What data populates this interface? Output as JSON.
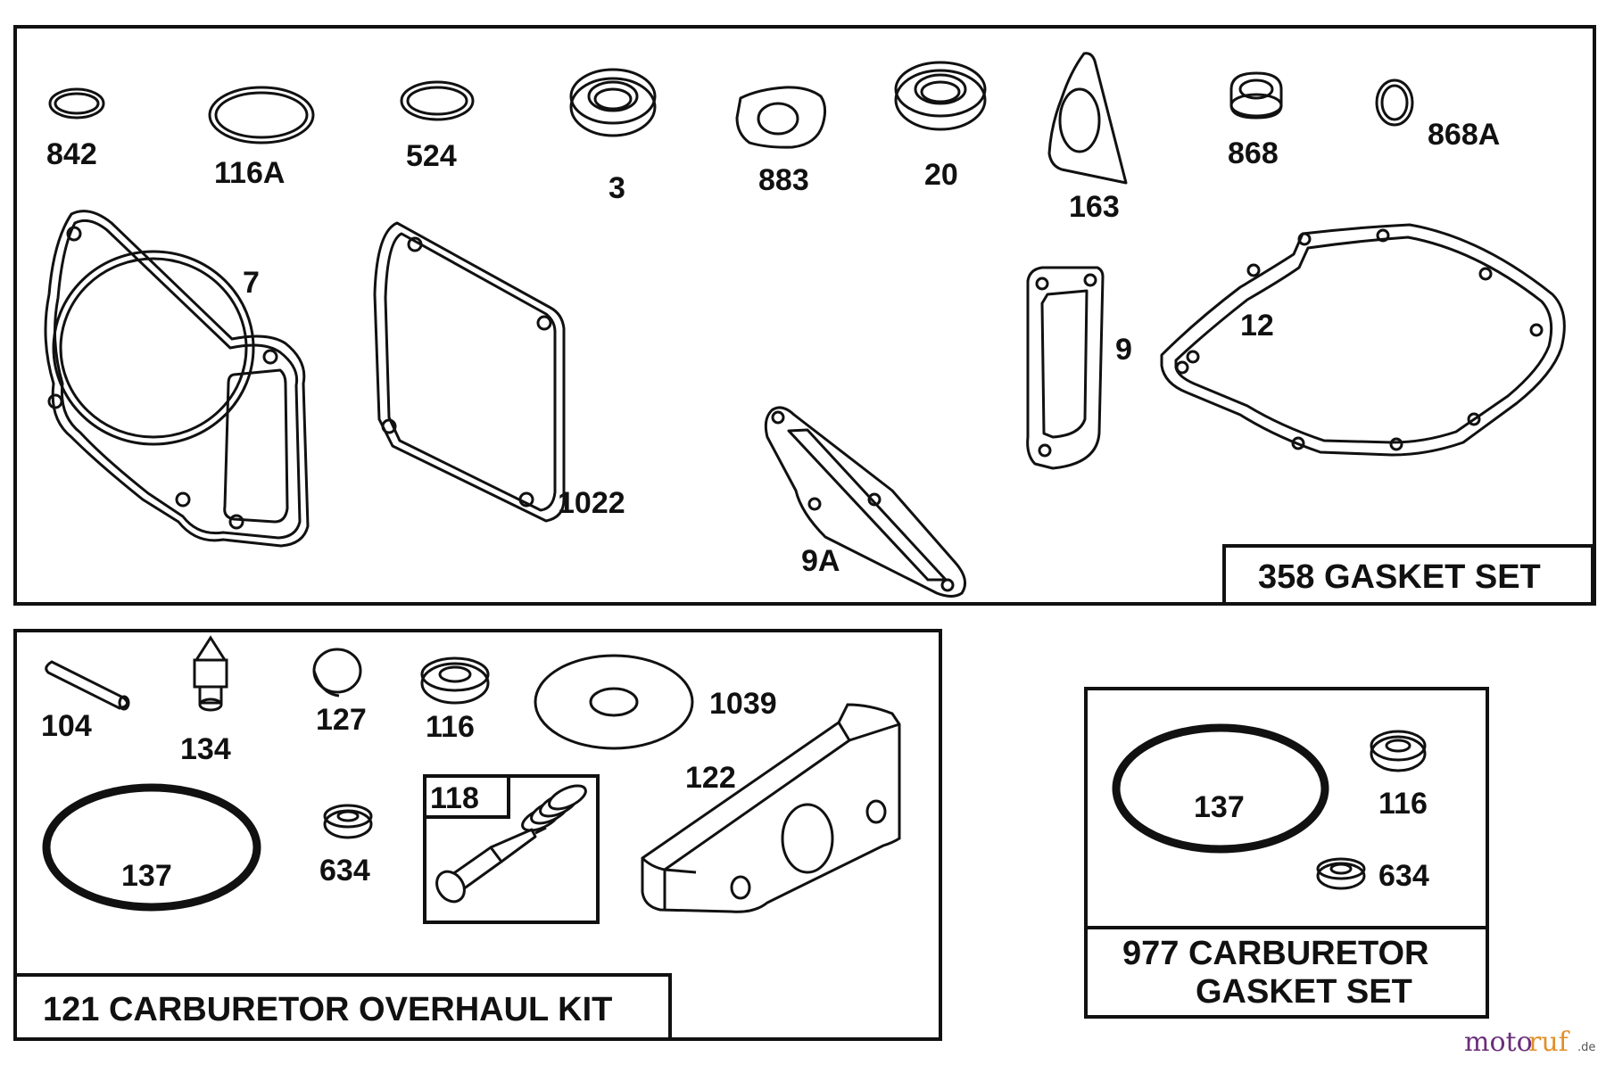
{
  "gasket_set": {
    "title": "358 GASKET SET",
    "labels": {
      "p842": "842",
      "p116A": "116A",
      "p524": "524",
      "p3": "3",
      "p883": "883",
      "p20": "20",
      "p163": "163",
      "p868": "868",
      "p868A": "868A",
      "p7": "7",
      "p1022": "1022",
      "p9A": "9A",
      "p9": "9",
      "p12": "12"
    }
  },
  "overhaul_kit": {
    "title": "121 CARBURETOR OVERHAUL KIT",
    "labels": {
      "p104": "104",
      "p134": "134",
      "p127": "127",
      "p116": "116",
      "p1039": "1039",
      "p137": "137",
      "p634": "634",
      "p118": "118",
      "p122": "122"
    }
  },
  "carb_gasket_set": {
    "title_line1": "977 CARBURETOR",
    "title_line2": "GASKET SET",
    "labels": {
      "p137": "137",
      "p116": "116",
      "p634": "634"
    }
  },
  "watermark": {
    "brand_a": "moto",
    "brand_b": "ruf",
    "tld": ".de"
  }
}
